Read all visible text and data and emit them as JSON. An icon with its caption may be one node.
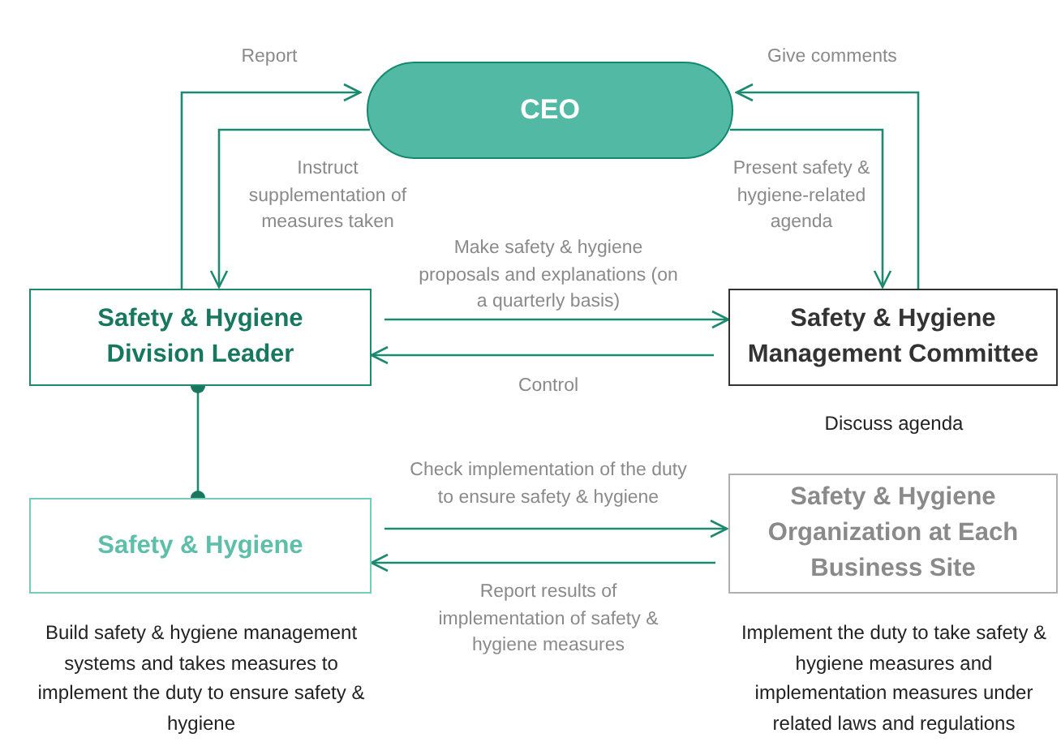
{
  "diagram": {
    "nodes": [
      {
        "text": [
          "CEO"
        ]
      },
      {
        "text": [
          "Safety & Hygiene Division Leader"
        ]
      },
      {
        "text": [
          "Safety & Hygiene Management Committee"
        ],
        "beside": [
          "Discuss agenda"
        ]
      },
      {
        "text": [
          "Safety & Hygiene"
        ],
        "beside": [
          "Build safety & hygiene management systems and takes measures to implement the duty to ensure safety & hygiene"
        ]
      },
      {
        "text": [
          "Safety & Hygiene Organization at Each Business Site"
        ],
        "beside": [
          "Implement the duty to take safety & hygiene measures and implementation measures under related laws and regulations"
        ]
      }
    ],
    "edges": [
      {
        "from": 1,
        "to": 0,
        "arrow": "to",
        "label": "Report"
      },
      {
        "from": 0,
        "to": 1,
        "arrow": "to",
        "label": "Instruct supplementation of measures taken"
      },
      {
        "from": 2,
        "to": 0,
        "arrow": "to",
        "label": "Give comments"
      },
      {
        "from": 0,
        "to": 2,
        "arrow": "to",
        "label": "Present safety & hygiene-related agenda"
      },
      {
        "from": 1,
        "to": 2,
        "arrow": "to",
        "label": "Make safety & hygiene proposals and explanations (on a quarterly basis)"
      },
      {
        "from": 2,
        "to": 1,
        "arrow": "to",
        "label": "Control"
      },
      {
        "from": 1,
        "to": 3,
        "arrow": "other"
      },
      {
        "from": 3,
        "to": 4,
        "arrow": "to",
        "label": "Check implementation of the duty to ensure safety & hygiene"
      },
      {
        "from": 4,
        "to": 3,
        "arrow": "to",
        "label": "Report results of implementation of safety & hygiene measures"
      }
    ]
  }
}
